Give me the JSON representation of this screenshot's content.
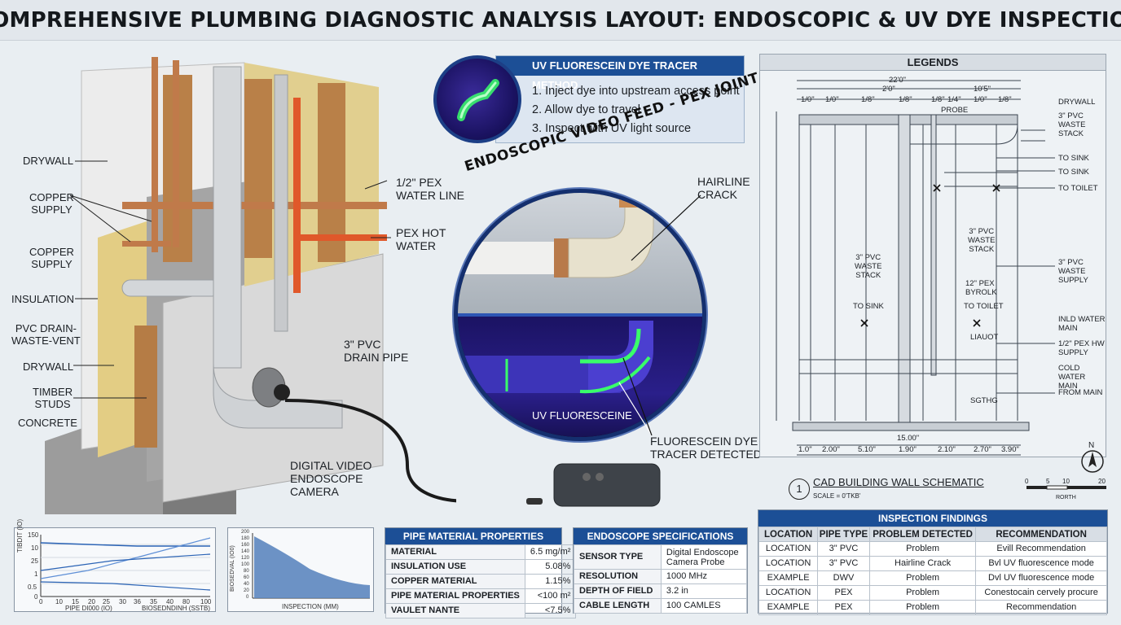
{
  "title": "COMPREHENSIVE PLUMBING DIAGNOSTIC ANALYSIS LAYOUT: ENDOSCOPIC & UV DYE INSPECTION",
  "wall_labels": {
    "drywall_top": "DRYWALL",
    "copper_supply_1": "COPPER\nSUPPLY",
    "copper_supply_2": "COPPER\nSUPPLY",
    "insulation": "INSULATION",
    "pvc_dwv": "PVC DRAIN-\nWASTE-VENT",
    "drywall_bottom": "DRYWALL",
    "timber": "TIMBER\nSTUDS",
    "concrete": "CONCRETE",
    "pex_water": "1/2\" PEX\nWATER LINE",
    "pex_hot": "PEX HOT\nWATER",
    "drain_pipe": "3\" PVC\nDRAIN PIPE",
    "endoscope_camera": "DIGITAL VIDEO\nENDOSCOPE\nCAMERA"
  },
  "uv_method": {
    "heading": "UV FLUORESCEIN DYE TRACER METHOD",
    "steps": [
      "1. Inject dye into upstream access point",
      "2. Allow dye to travel",
      "3. Inspect with UV light source"
    ]
  },
  "scope": {
    "title": "ENDOSCOPIC VIDEO FEED - PEX JOINT",
    "hairline": "HAIRLINE\nCRACK",
    "uv_label": "UV FLUORESCEINE",
    "detected": "FLUORESCEIN DYE\nTRACER DETECTED"
  },
  "schematic": {
    "legend": "LEGENDS",
    "caption_num": "1",
    "caption": "CAD BUILDING WALL SCHEMATIC",
    "scale": "SCALE = 0'TKB'",
    "north": "N",
    "scale_bar": [
      "0",
      "5",
      "10",
      "20"
    ],
    "scale_word": "RORTH",
    "dims_top": [
      "22'0\"",
      "2'0\"",
      "10'5\""
    ],
    "dims_top_small": [
      "1/0\"",
      "1/0\"",
      "1/8\"",
      "1/8\"",
      "1/8\"",
      "1/4\"",
      "1/0\"",
      "1/8\""
    ],
    "dims_bottom": [
      "1.0\"",
      "2.00\"",
      "5.10\"",
      "1.90\"",
      "2.10\"",
      "2.70\"",
      "3.90\""
    ],
    "dim_bottom_total": "15.00\"",
    "probe": "PROBE",
    "labels_right": [
      "DRYWALL",
      "3\" PVC WASTE\nSTACK",
      "TO SINK",
      "TO SINK",
      "TO TOILET",
      "3\" PVC WASTE\nSUPPLY",
      "INLD WATER\nMAIN",
      "1/2\" PEX HW\nSUPPLY",
      "COLD WATER\nMAIN",
      "FROM MAIN"
    ],
    "labels_inner": [
      "3\" PVC\nWASTE\nSTACK",
      "3\" PVC\nWASTE\nSTACK",
      "12\" PEX\nBYROLK",
      "TO SINK",
      "TO TOILET",
      "LIAUOT",
      "SGTHG"
    ]
  },
  "chart1": {
    "y_ticks": [
      "150",
      "10",
      "25",
      "1",
      "0.5",
      "0"
    ],
    "x_ticks": [
      "0",
      "10",
      "15",
      "20",
      "25",
      "30",
      "36",
      "35",
      "40",
      "80",
      "100"
    ],
    "ylabel": "TIBDIT (IO)",
    "legend": [
      "PIPE DI000 (IO)",
      "BIOSEDNDINH (SSTB)"
    ]
  },
  "chart2": {
    "y_ticks": [
      "200",
      "180",
      "160",
      "140",
      "120",
      "100",
      "80",
      "60",
      "40",
      "20",
      "0"
    ],
    "ylabel": "BIOSEDVAL (IO0)",
    "xlabel": "INSPECTION (MM)"
  },
  "pipe_table": {
    "heading": "PIPE MATERIAL PROPERTIES",
    "rows": [
      [
        "MATERIAL",
        "6.5 mg/m²"
      ],
      [
        "INSULATION USE",
        "5.08%"
      ],
      [
        "COPPER MATERIAL",
        "1.15%"
      ],
      [
        "PIPE MATERIAL PROPERTIES",
        "<100 m²"
      ],
      [
        "VAULET NANTE",
        "<7.5%"
      ]
    ]
  },
  "scope_table": {
    "heading": "ENDOSCOPE SPECIFICATIONS",
    "rows": [
      [
        "SENSOR TYPE",
        "Digital Endoscope\nCamera Probe"
      ],
      [
        "RESOLUTION",
        "1000 MHz"
      ],
      [
        "DEPTH OF FIELD",
        "3.2 in"
      ],
      [
        "CABLE LENGTH",
        "100 CAMLES"
      ]
    ]
  },
  "findings": {
    "heading": "INSPECTION FINDINGS",
    "columns": [
      "LOCATION",
      "PIPE TYPE",
      "PROBLEM DETECTED",
      "RECOMMENDATION"
    ],
    "rows": [
      [
        "LOCATION",
        "3\" PVC",
        "Problem",
        "Evill Recommendation"
      ],
      [
        "LOCATION",
        "3\" PVC",
        "Hairline Crack",
        "Bvl UV fluorescence mode"
      ],
      [
        "EXAMPLE",
        "DWV",
        "Problem",
        "Dvl UV fluorescence mode"
      ],
      [
        "LOCATION",
        "PEX",
        "Problem",
        "Conestocain cervely procure"
      ],
      [
        "EXAMPLE",
        "PEX",
        "Problem",
        "Recommendation"
      ]
    ]
  },
  "colors": {
    "accent": "#1c4f96",
    "copper": "#c07a4a",
    "pex_hot": "#e0582a",
    "uv_glow": "#39ff6a",
    "insulation": "#e8d28a"
  }
}
